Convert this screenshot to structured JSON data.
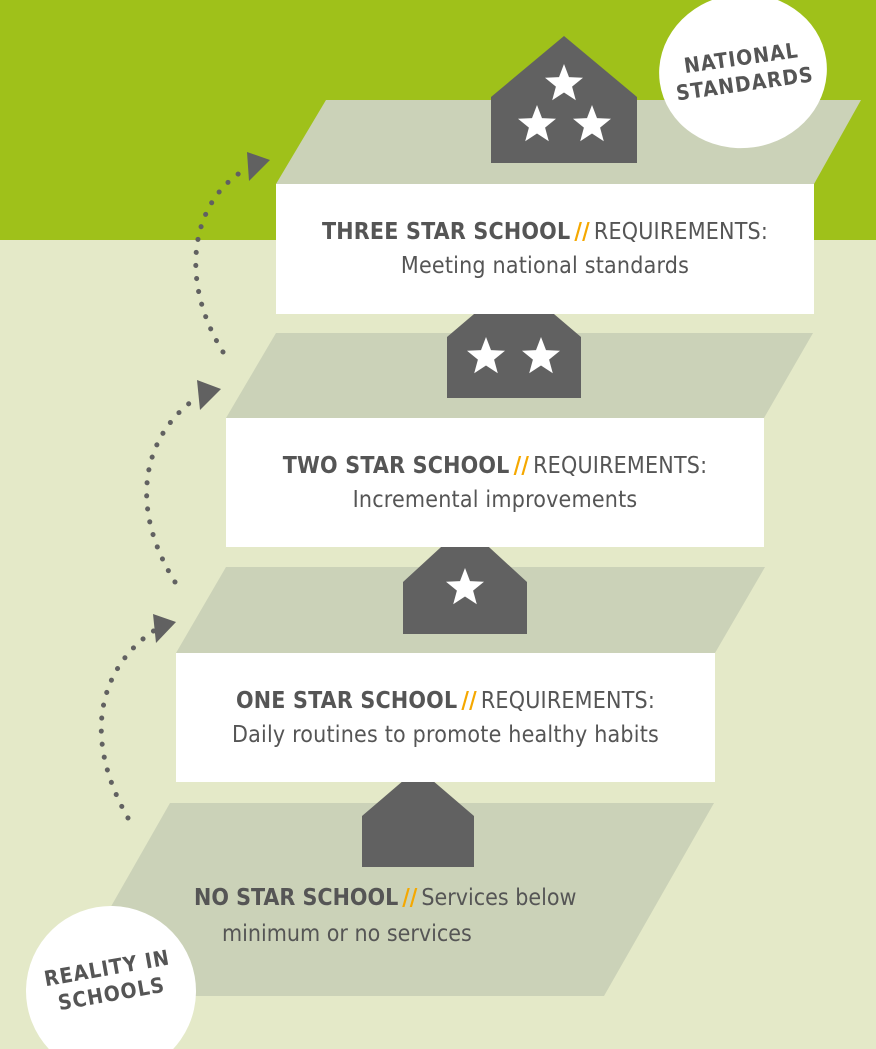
{
  "colors": {
    "top_band": "#9fc11a",
    "background": "#e4e9c8",
    "platform": "#cbd2b8",
    "house": "#616161",
    "panel": "#ffffff",
    "text": "#555555",
    "separator": "#f5a800",
    "arrow": "#616161"
  },
  "separator": "//",
  "levels": [
    {
      "id": "three-star",
      "stars": 3,
      "title": "THREE STAR SCHOOL",
      "label": "REQUIREMENTS:",
      "description": "Meeting national standards"
    },
    {
      "id": "two-star",
      "stars": 2,
      "title": "TWO STAR SCHOOL",
      "label": "REQUIREMENTS:",
      "description": "Incremental improvements"
    },
    {
      "id": "one-star",
      "stars": 1,
      "title": "ONE STAR SCHOOL",
      "label": "REQUIREMENTS:",
      "description": "Daily routines to promote healthy habits"
    },
    {
      "id": "no-star",
      "stars": 0,
      "title": "NO STAR SCHOOL",
      "text_line1": "Services below",
      "text_line2": "minimum or no services"
    }
  ],
  "badges": {
    "top": {
      "line1": "NATIONAL",
      "line2": "STANDARDS"
    },
    "bottom": {
      "line1": "REALITY IN",
      "line2": "SCHOOLS"
    }
  }
}
